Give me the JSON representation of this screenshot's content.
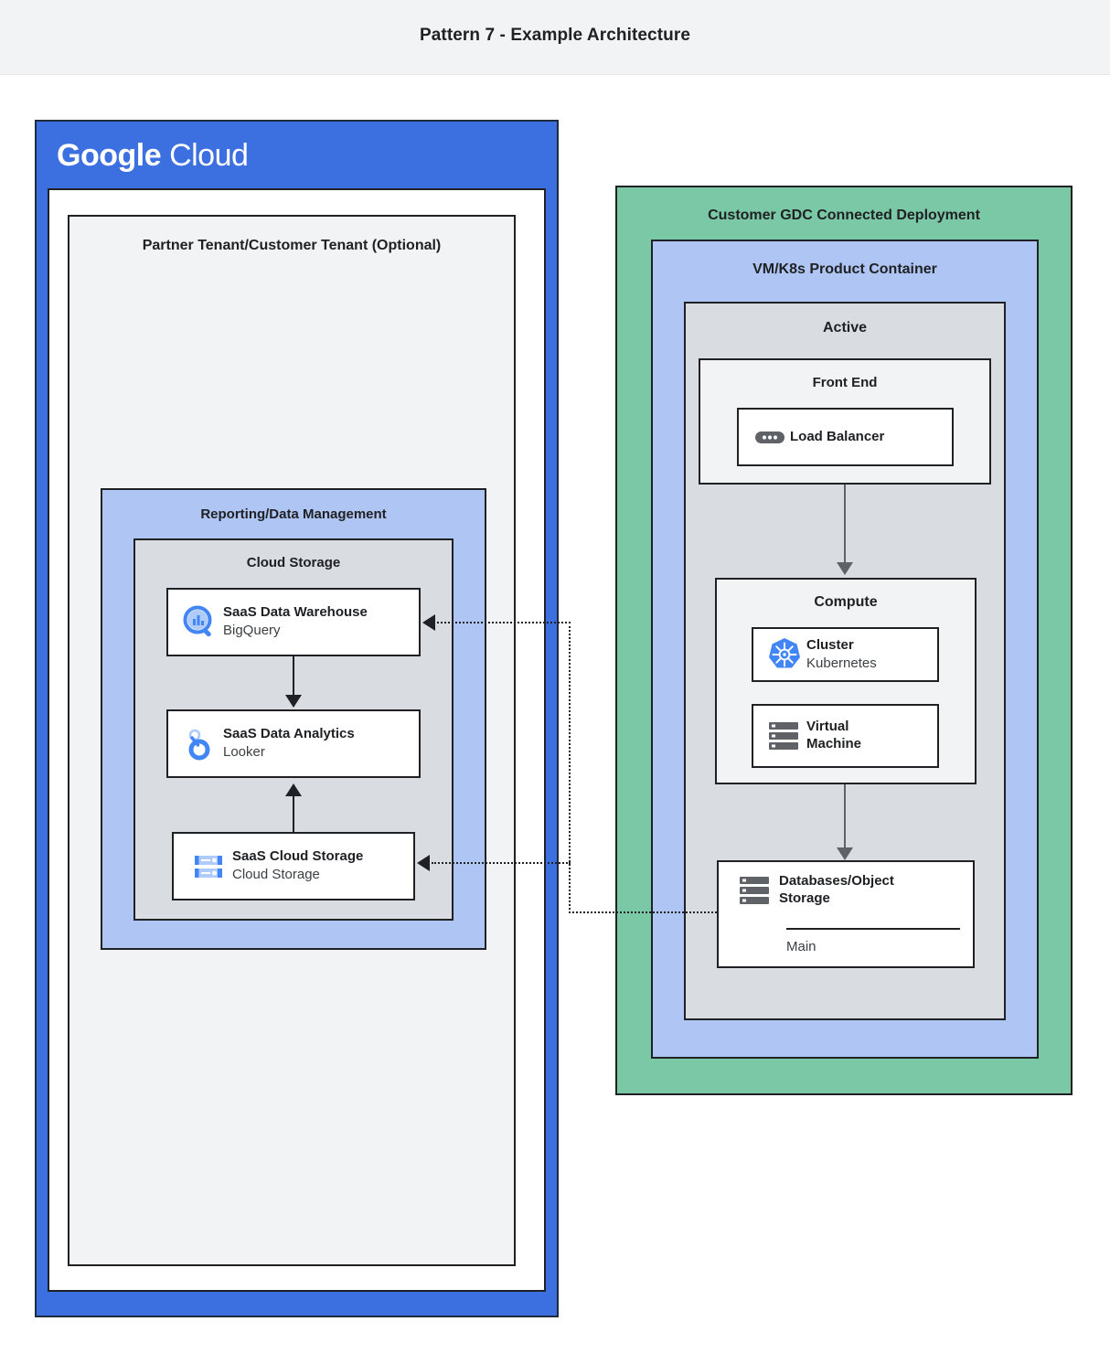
{
  "header": {
    "title": "Pattern 7 - Example Architecture"
  },
  "colors": {
    "google_blue": "#3c6fe0",
    "light_blue": "#afc6f5",
    "green": "#7ac8a5",
    "gray": "#d9dce0",
    "light_gray": "#f1f3f4",
    "outline": "#202124",
    "arrow_gray": "#5f6368",
    "icon_blue": "#4285f4"
  },
  "google_cloud": {
    "logo_first": "Google",
    "logo_second": "Cloud",
    "tenant": {
      "title": "Partner Tenant/Customer Tenant (Optional)"
    },
    "reporting": {
      "title": "Reporting/Data Management",
      "cloud_storage": {
        "title": "Cloud Storage",
        "items": [
          {
            "name": "SaaS Data Warehouse",
            "product": "BigQuery",
            "icon": "bigquery-icon"
          },
          {
            "name": "SaaS Data Analytics",
            "product": "Looker",
            "icon": "looker-icon"
          },
          {
            "name": "SaaS Cloud Storage",
            "product": "Cloud Storage",
            "icon": "cloud-storage-icon"
          }
        ]
      }
    }
  },
  "gdc": {
    "title": "Customer GDC Connected Deployment",
    "product_container": {
      "title": "VM/K8s Product Container"
    },
    "active": {
      "title": "Active"
    },
    "front_end": {
      "title": "Front End",
      "load_balancer": {
        "name": "Load Balancer",
        "icon": "load-balancer-icon"
      }
    },
    "compute": {
      "title": "Compute",
      "items": [
        {
          "name": "Cluster",
          "product": "Kubernetes",
          "icon": "kubernetes-icon"
        },
        {
          "name": "Virtual Machine",
          "product": "",
          "icon": "virtual-machine-icon"
        }
      ]
    },
    "database": {
      "name": "Databases/Object Storage",
      "sub": "Main",
      "icon": "database-icon"
    }
  }
}
